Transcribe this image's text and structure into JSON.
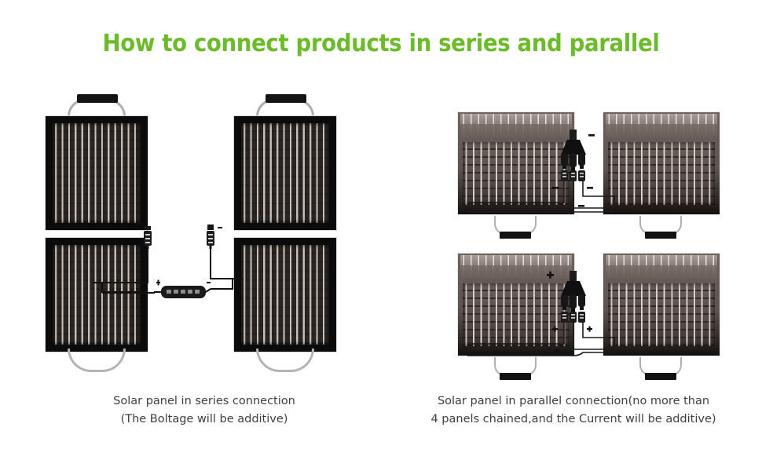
{
  "page": {
    "background_color": "#ffffff",
    "title": "How to connect products in series and parallel",
    "title_color": "#6cbb2b"
  },
  "diagrams": {
    "series": {
      "caption_line1": "Solar panel in series connection",
      "caption_line2": "(The Boltage will be additive)",
      "panels": [
        {
          "name": "folded-solar-panel-left",
          "halves": 2,
          "handle": "top-grip-and-bottom-loop"
        },
        {
          "name": "folded-solar-panel-right",
          "halves": 2,
          "handle": "top-grip-and-bottom-loop"
        }
      ],
      "connectors": [
        {
          "name": "mc4-plug-positive",
          "polarity": "+"
        },
        {
          "name": "mc4-plug-negative",
          "polarity": "-"
        },
        {
          "name": "mc4-inline-coupler",
          "polarity_left": "+",
          "polarity_right": "-"
        }
      ],
      "panel_color": "#0b0b0b",
      "cell_color": "#2a2522"
    },
    "parallel": {
      "caption_line1": "Solar panel in parallel connection(no more than",
      "caption_line2": "4 panels chained,and the Current will be additive)",
      "blocks": [
        {
          "name": "parallel-negative-block",
          "polarity": "-",
          "branch_connector": "y-branch-3-way-connector",
          "labels": [
            "-",
            "-",
            "-",
            "-"
          ],
          "panels": [
            "flat-solar-panel-left",
            "flat-solar-panel-right"
          ]
        },
        {
          "name": "parallel-positive-block",
          "polarity": "+",
          "branch_connector": "y-branch-3-way-connector",
          "labels": [
            "+",
            "+",
            "+",
            "+"
          ],
          "panels": [
            "flat-solar-panel-left",
            "flat-solar-panel-right"
          ]
        }
      ],
      "panel_color": "#5b504c",
      "strip_color": "#8a7d78"
    }
  }
}
